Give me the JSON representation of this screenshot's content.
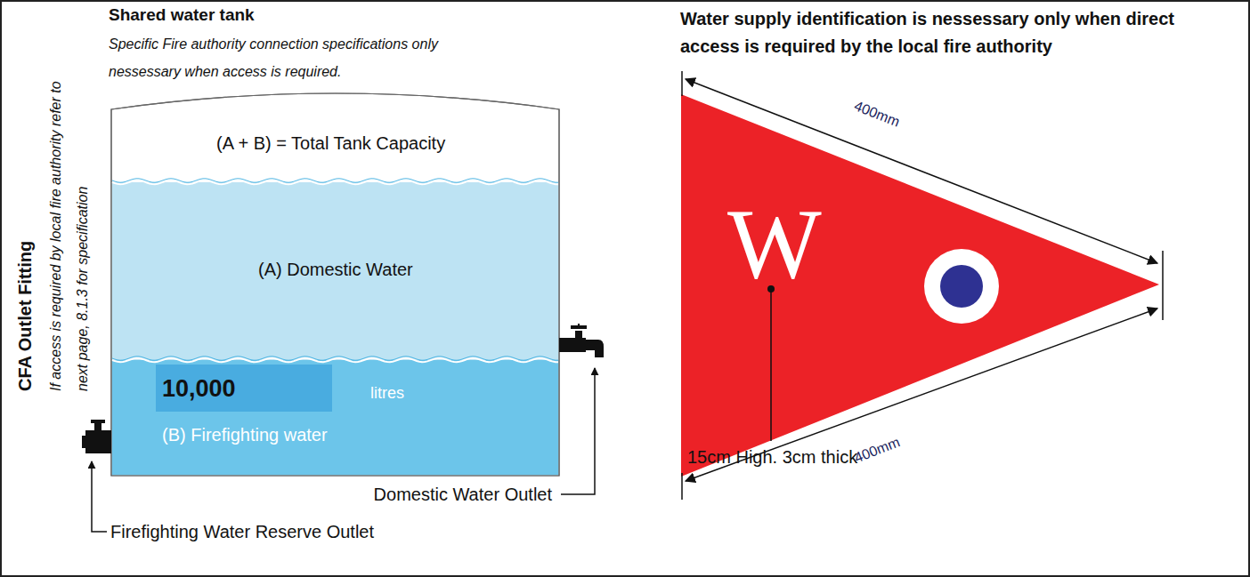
{
  "diagram": {
    "nodes": [
      {
        "text": [
          "(A + B) = Total Tank Capacity"
        ]
      },
      {
        "text": [
          "(A) Domestic Water"
        ],
        "in": 0
      },
      {
        "text": [
          "litres",
          "(B) Firefighting water"
        ],
        "in": 0
      },
      {
        "text": [
          "10,000"
        ],
        "in": 2
      },
      {
        "text": [
          "W"
        ]
      }
    ],
    "labels": [
      "Shared water tank",
      "Specific Fire authority connection specifications only nessessary when access is required.",
      "CFA Outlet Fitting",
      "If access is required by local fire authority refer to next page, 8.1.3 for specification",
      "Domestic Water Outlet",
      "Firefighting Water Reserve Outlet",
      "Water supply identification is nessessary only when direct access is required by the local fire authority",
      "400mm",
      "400mm",
      "15cm High. 3cm thick"
    ]
  }
}
